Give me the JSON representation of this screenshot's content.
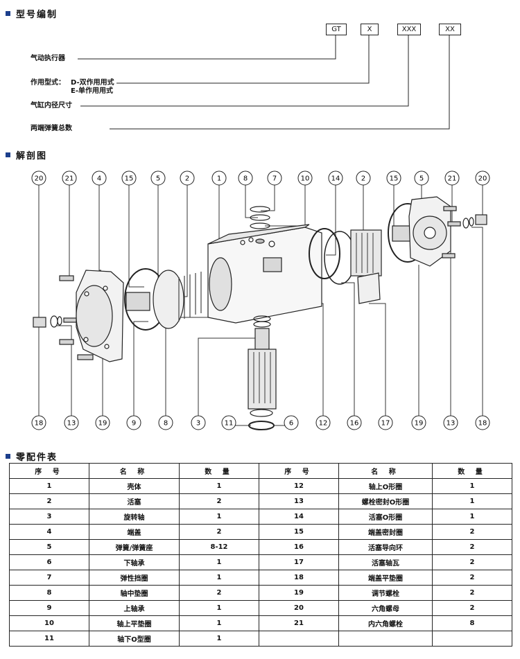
{
  "sections": {
    "model": "型号编制",
    "exploded": "解剖图",
    "parts": "零配件表"
  },
  "model_code": {
    "boxes": [
      "GT",
      "X",
      "XXX",
      "XX"
    ],
    "labels": {
      "actuator": "气动执行器",
      "type_prefix": "作用型式：",
      "type_d": "D-双作用用式",
      "type_e": "E-单作用用式",
      "bore": "气缸内径尺寸",
      "springs": "两端弹簧总数"
    }
  },
  "diagram": {
    "top_callouts": [
      "20",
      "21",
      "4",
      "15",
      "5",
      "2",
      "1",
      "8",
      "7",
      "10",
      "14",
      "2",
      "15",
      "5",
      "21",
      "20"
    ],
    "bottom_callouts": [
      "18",
      "13",
      "19",
      "9",
      "8",
      "3",
      "11",
      "6",
      "12",
      "16",
      "17",
      "19",
      "13",
      "18"
    ]
  },
  "parts_table": {
    "headers": [
      "序 号",
      "名 称",
      "数 量",
      "序 号",
      "名 称",
      "数 量"
    ],
    "rows": [
      [
        "1",
        "壳体",
        "1",
        "12",
        "轴上O形圈",
        "1"
      ],
      [
        "2",
        "活塞",
        "2",
        "13",
        "螺栓密封O形圈",
        "1"
      ],
      [
        "3",
        "旋转轴",
        "1",
        "14",
        "活塞O形圈",
        "1"
      ],
      [
        "4",
        "端盖",
        "2",
        "15",
        "端盖密封圈",
        "2"
      ],
      [
        "5",
        "弹簧/弹簧座",
        "8-12",
        "16",
        "活塞导向环",
        "2"
      ],
      [
        "6",
        "下轴承",
        "1",
        "17",
        "活塞轴瓦",
        "2"
      ],
      [
        "7",
        "弹性挡圈",
        "1",
        "18",
        "端盖平垫圈",
        "2"
      ],
      [
        "8",
        "轴中垫圈",
        "2",
        "19",
        "调节螺栓",
        "2"
      ],
      [
        "9",
        "上轴承",
        "1",
        "20",
        "六角螺母",
        "2"
      ],
      [
        "10",
        "轴上平垫圈",
        "1",
        "21",
        "内六角螺栓",
        "8"
      ],
      [
        "11",
        "轴下O型圈",
        "1",
        "",
        "",
        ""
      ]
    ]
  }
}
